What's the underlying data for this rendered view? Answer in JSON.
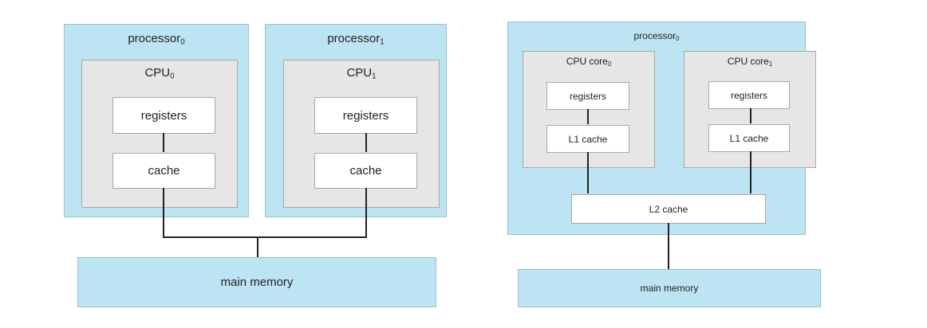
{
  "left_diagram": {
    "processor0": {
      "name": "processor",
      "sub": "0"
    },
    "processor1": {
      "name": "processor",
      "sub": "1"
    },
    "cpu0": {
      "name": "CPU",
      "sub": "0"
    },
    "cpu1": {
      "name": "CPU",
      "sub": "1"
    },
    "registers_label": "registers",
    "cache_label": "cache",
    "main_memory_label": "main memory"
  },
  "right_diagram": {
    "processor0": {
      "name": "processor",
      "sub": "0"
    },
    "core0": {
      "name": "CPU core",
      "sub": "0"
    },
    "core1": {
      "name": "CPU core",
      "sub": "1"
    },
    "registers_label": "registers",
    "l1_cache_label": "L1 cache",
    "l2_cache_label": "L2 cache",
    "main_memory_label": "main memory"
  },
  "colors": {
    "processor_fill": "#bde4f2",
    "core_fill": "#e6e6e6",
    "box_fill": "#ffffff",
    "line": "#222222"
  }
}
